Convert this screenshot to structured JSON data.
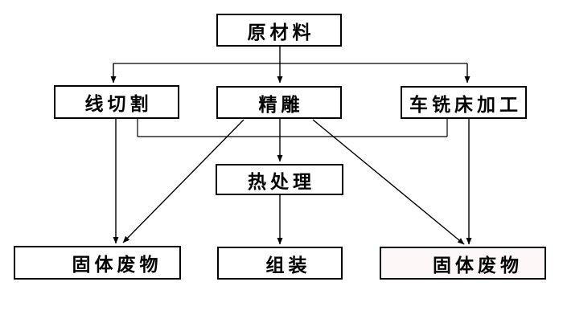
{
  "diagram": {
    "type": "flowchart",
    "nodes": {
      "raw_material": {
        "label": "原材料"
      },
      "wire_cutting": {
        "label": "线切割"
      },
      "engraving": {
        "label": "精雕"
      },
      "lathe_milling": {
        "label": "车铣床加工"
      },
      "heat_treatment": {
        "label": "热处理"
      },
      "solid_waste_left": {
        "label": "固体废物"
      },
      "assembly": {
        "label": "组装"
      },
      "solid_waste_right": {
        "label": "固体废物"
      }
    },
    "edges": [
      {
        "from": "raw_material",
        "to": "wire_cutting",
        "arrow": true
      },
      {
        "from": "raw_material",
        "to": "engraving",
        "arrow": true
      },
      {
        "from": "raw_material",
        "to": "lathe_milling",
        "arrow": true
      },
      {
        "from": "wire_cutting",
        "to": "solid_waste_left",
        "arrow": true
      },
      {
        "from": "wire_cutting",
        "to": "heat_treatment",
        "arrow": true,
        "via": "merge-connector"
      },
      {
        "from": "lathe_milling",
        "to": "heat_treatment",
        "arrow": true,
        "via": "merge-connector"
      },
      {
        "from": "engraving",
        "to": "heat_treatment",
        "arrow": true
      },
      {
        "from": "engraving",
        "to": "solid_waste_left",
        "arrow": true
      },
      {
        "from": "engraving",
        "to": "solid_waste_right",
        "arrow": true
      },
      {
        "from": "lathe_milling",
        "to": "solid_waste_right",
        "arrow": true
      },
      {
        "from": "heat_treatment",
        "to": "assembly",
        "arrow": true
      }
    ],
    "colors": {
      "background": "#ffffff",
      "line": "#000000",
      "box_border": "#000000",
      "box_fill": "#ffffff",
      "solid_waste_right_fill": "#fdf7f7",
      "text": "#000000"
    }
  }
}
